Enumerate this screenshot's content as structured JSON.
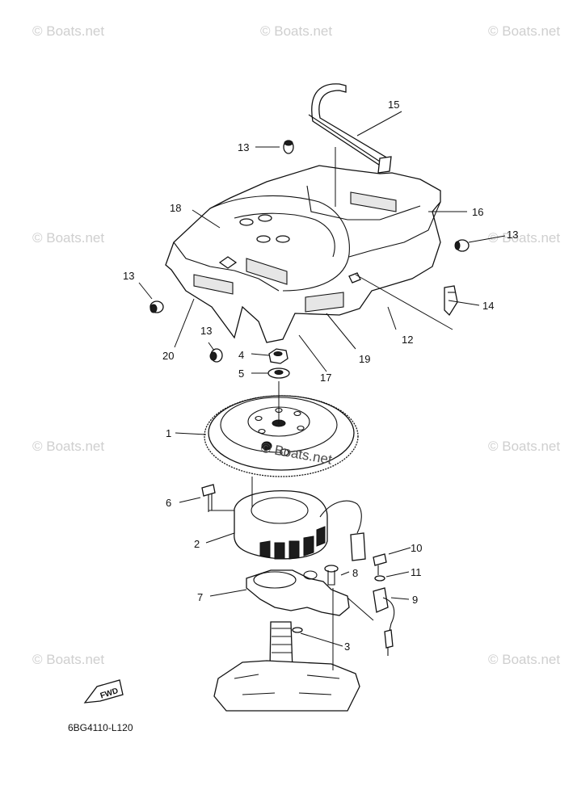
{
  "watermark": {
    "text": "© Boats.net",
    "center_text": "© Boats.net"
  },
  "diagram_code": "6BG4110-L120",
  "fwd_label": "FWD",
  "callouts": {
    "c1": "1",
    "c2": "2",
    "c3": "3",
    "c4": "4",
    "c5": "5",
    "c6": "6",
    "c7": "7",
    "c8": "8",
    "c9": "9",
    "c10": "10",
    "c11": "11",
    "c12": "12",
    "c13a": "13",
    "c13b": "13",
    "c13c": "13",
    "c13d": "13",
    "c14": "14",
    "c15": "15",
    "c16": "16",
    "c17": "17",
    "c18": "18",
    "c19": "19",
    "c20": "20"
  },
  "colors": {
    "line": "#111111",
    "watermark": "#cfcfcf",
    "background": "#ffffff"
  }
}
